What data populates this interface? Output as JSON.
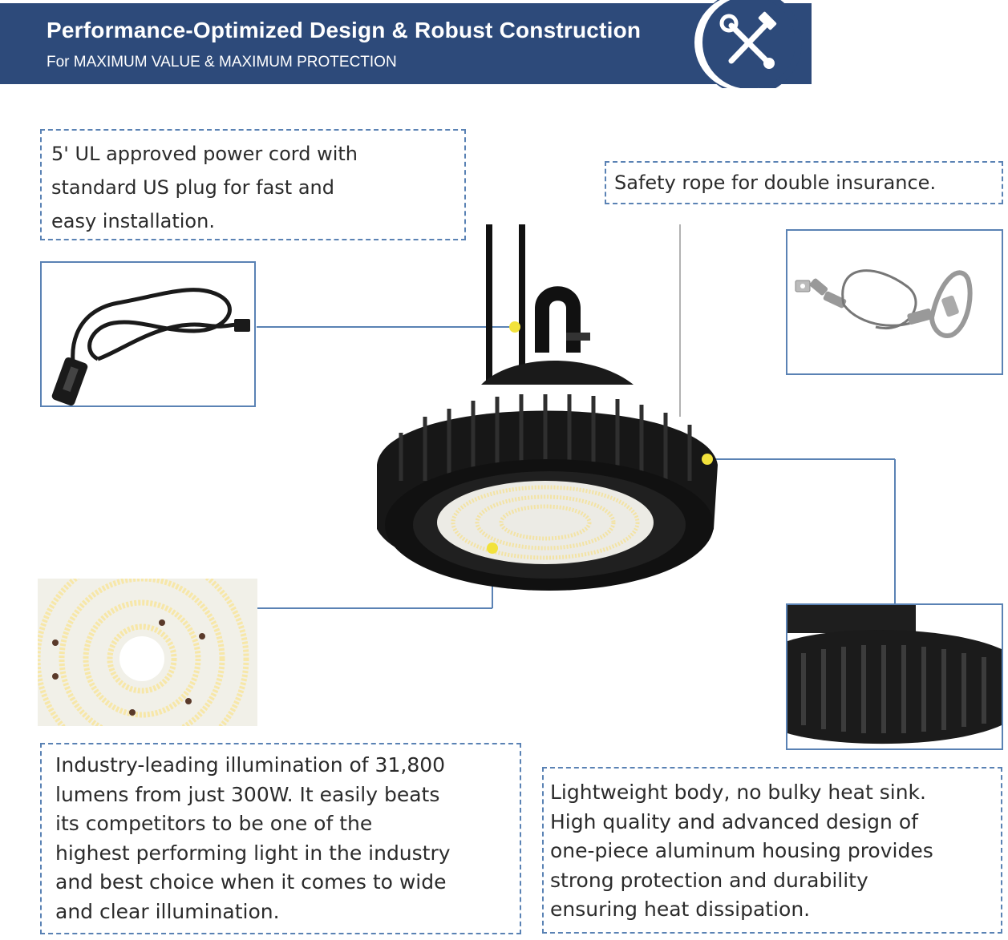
{
  "banner": {
    "title": "Performance-Optimized Design & Robust Construction",
    "subtitle": "For MAXIMUM VALUE & MAXIMUM PROTECTION",
    "icon": "wrench-hammer-icon"
  },
  "callouts": {
    "power_cord": [
      "5' UL approved power cord with",
      "standard US plug for fast and",
      "easy installation."
    ],
    "safety_rope": "Safety rope for double insurance.",
    "illumination": [
      "Industry-leading illumination of 31,800",
      "lumens from just 300W. It easily beats",
      "its competitors to be one of the",
      "highest performing light in the industry",
      "and best choice when it comes to wide",
      "and clear illumination."
    ],
    "housing": [
      "Lightweight body, no bulky heat sink.",
      "High quality and advanced design of",
      "one-piece aluminum housing provides",
      "strong protection and durability",
      "ensuring heat dissipation."
    ]
  },
  "colors": {
    "banner": "#2d4a7a",
    "accent_line": "#5a82b4",
    "marker": "#f2e23c",
    "product_body": "#1c1c1c"
  }
}
